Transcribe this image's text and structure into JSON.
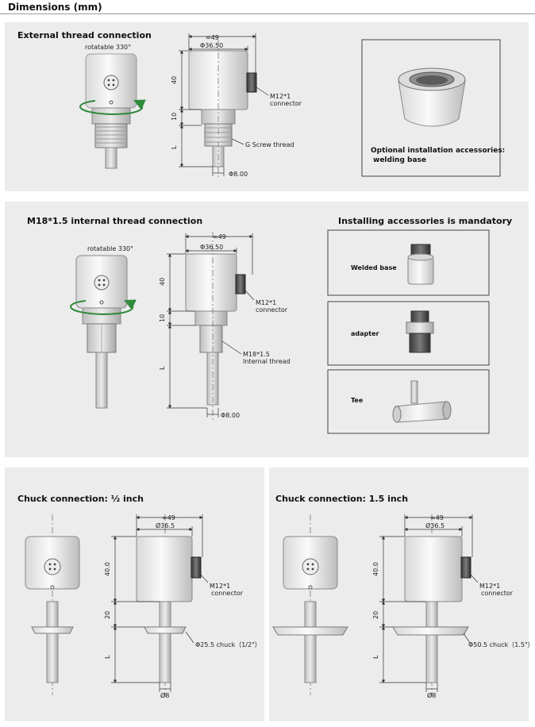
{
  "header": {
    "title": "Dimensions (mm)"
  },
  "panel1": {
    "title": "External thread connection",
    "rotatable": "rotatable 330°",
    "dim_width": "≈49",
    "dim_diameter": "Φ36.50",
    "dim_40": "40",
    "dim_10": "10",
    "dim_L": "L",
    "connector_label": "M12*1",
    "connector_sub": "connector",
    "thread_label": "G Screw thread",
    "probe_diameter": "Φ8.00",
    "accessory_line1": "Optional installation accessories:",
    "accessory_line2": "welding base"
  },
  "panel2": {
    "title": "M18*1.5 internal thread connection",
    "accessories_title": "Installing accessories is mandatory",
    "rotatable": "rotatable 330°",
    "dim_width": "≈49",
    "dim_diameter": "Φ36.50",
    "dim_40": "40",
    "dim_10": "10",
    "dim_L": "L",
    "connector_label": "M12*1",
    "connector_sub": "connector",
    "thread_label": "M18*1.5",
    "thread_sub": "Internal thread",
    "probe_diameter": "Φ8.00",
    "acc_welded": "Welded base",
    "acc_adapter": "adapter",
    "acc_tee": "Tee"
  },
  "panel3": {
    "title": "Chuck connection: ½ inch",
    "dim_width": "≈49",
    "dim_diameter": "Ø36.5",
    "dim_40": "40.0",
    "dim_20": "20",
    "dim_L": "L",
    "connector_label": "M12*1",
    "connector_sub": "connector",
    "chuck_label": "Φ25.5 chuck（1/2\"）",
    "probe_diameter": "Ø8"
  },
  "panel4": {
    "title": "Chuck connection: 1.5 inch",
    "dim_width": "≈49",
    "dim_diameter": "Ø36.5",
    "dim_40": "40.0",
    "dim_20": "20",
    "dim_L": "L",
    "connector_label": "M12*1",
    "connector_sub": "connector",
    "chuck_label": "Φ50.5 chuck（1.5\"）",
    "probe_diameter": "Ø8"
  }
}
